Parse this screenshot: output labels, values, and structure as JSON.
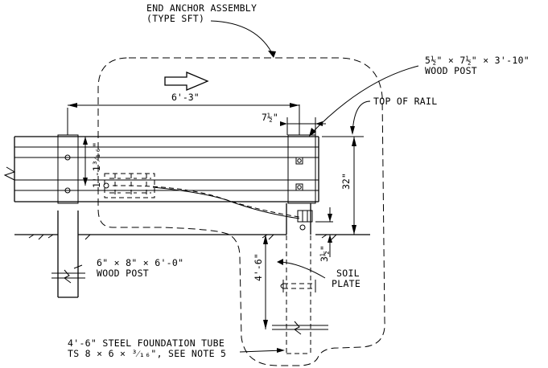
{
  "labels": {
    "end_anchor_1": "END ANCHOR ASSEMBLY",
    "end_anchor_2": "(TYPE SFT)",
    "wood_post_small_1": "5½\" × 7½\" × 3'-10\"",
    "wood_post_small_2": "WOOD POST",
    "top_of_rail": "TOP OF RAIL",
    "wood_post_large_1": "6\" × 8\" × 6'-0\"",
    "wood_post_large_2": "WOOD POST",
    "soil_plate_1": "SOIL",
    "soil_plate_2": "PLATE",
    "tube_1": "4'-6\" STEEL FOUNDATION TUBE",
    "tube_2": "TS 8 × 6 × ³⁄₁₆\", SEE NOTE 5"
  },
  "dimensions": {
    "post_spacing": "6'-3\"",
    "post_offset": "7½\"",
    "rail_height": "32\"",
    "splice_height": "1'-1³⁄₁₆\"",
    "tube_length": "4'-6\"",
    "tube_projection": "3½\""
  },
  "colors": {
    "line": "#000000",
    "background": "#ffffff"
  },
  "icons": {
    "direction": "direction-arrow-icon",
    "break": "break-symbol-icon"
  }
}
